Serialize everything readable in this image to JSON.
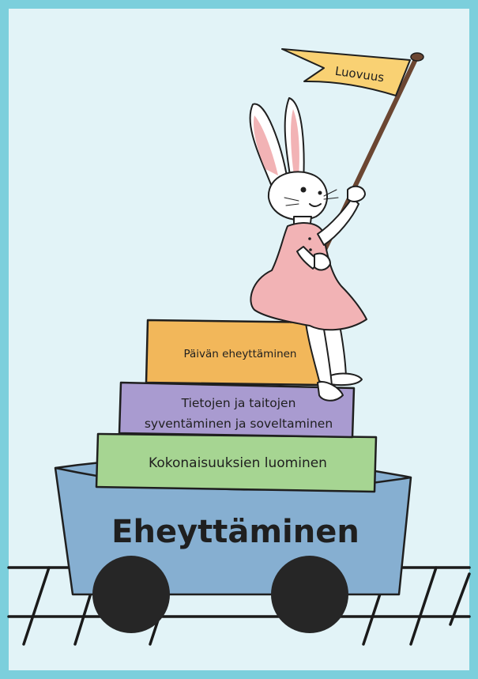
{
  "flag": {
    "label": "Luovuus"
  },
  "blocks": {
    "top": {
      "label": "Päivän eheyttäminen"
    },
    "middle": {
      "line1": "Tietojen ja taitojen",
      "line2": "syventäminen ja soveltaminen"
    },
    "bottom": {
      "label": "Kokonaisuuksien luominen"
    }
  },
  "cart": {
    "label": "Eheyttäminen"
  },
  "colors": {
    "frame": "#7ccfdc",
    "background": "#e2f3f7",
    "flag": "#f9d173",
    "top_block": "#f2b75a",
    "middle_block": "#a99bd0",
    "bottom_block": "#a6d592",
    "cart": "#86afd1",
    "wheel": "#262626",
    "dress": "#f2b3b5"
  }
}
